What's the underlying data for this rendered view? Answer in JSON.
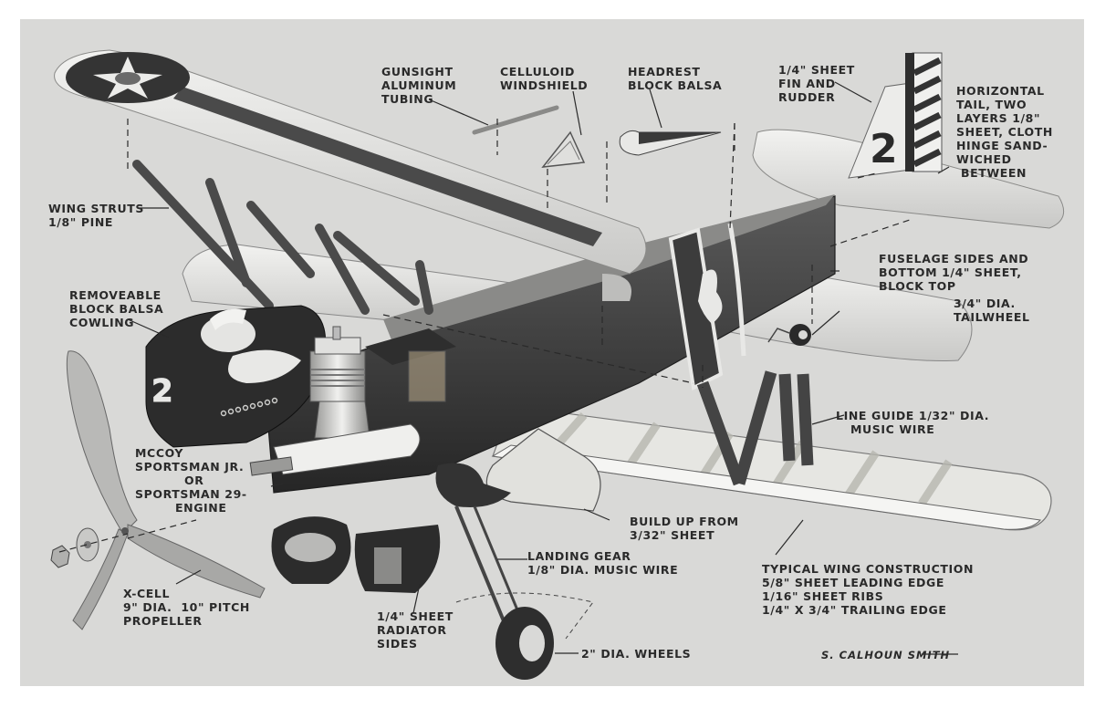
{
  "diagram": {
    "subject": "Control-line biplane model exploded construction view",
    "markings": {
      "cowl_number": "2",
      "tail_number": "2",
      "wing_insignia": "star-roundel",
      "fuselage_insignia": "eagle"
    },
    "labels": [
      {
        "id": "gunsight",
        "lines": [
          "GUNSIGHT",
          "ALUMINUM",
          "TUBING"
        ]
      },
      {
        "id": "windshield",
        "lines": [
          "CELLULOID",
          "WINDSHIELD"
        ]
      },
      {
        "id": "headrest",
        "lines": [
          "HEADREST",
          "BLOCK BALSA"
        ]
      },
      {
        "id": "fin",
        "lines": [
          "1/4\" SHEET",
          "FIN AND",
          "RUDDER"
        ]
      },
      {
        "id": "htail",
        "lines": [
          "HORIZONTAL",
          "TAIL, TWO",
          "LAYERS 1/8\"",
          "SHEET, CLOTH",
          "HINGE SAND-",
          "WICHED",
          " BETWEEN"
        ]
      },
      {
        "id": "struts",
        "lines": [
          "WING STRUTS",
          "1/8\" PINE"
        ]
      },
      {
        "id": "fuselage",
        "lines": [
          "FUSELAGE SIDES AND",
          "BOTTOM 1/4\" SHEET,",
          "BLOCK TOP"
        ]
      },
      {
        "id": "cowling",
        "lines": [
          "REMOVEABLE",
          "BLOCK BALSA",
          "COWLING"
        ]
      },
      {
        "id": "tailwheel",
        "lines": [
          "3/4\" DIA.",
          "TAILWHEEL"
        ]
      },
      {
        "id": "lineguide",
        "lines": [
          "LINE GUIDE 1/32\" DIA.",
          "MUSIC WIRE"
        ]
      },
      {
        "id": "engine",
        "lines": [
          "McCOY",
          "SPORTSMAN JR.",
          "OR",
          "SPORTSMAN 29-",
          "ENGINE"
        ]
      },
      {
        "id": "buildup",
        "lines": [
          "BUILD UP FROM",
          "3/32\" SHEET"
        ]
      },
      {
        "id": "landinggear",
        "lines": [
          "LANDING GEAR",
          "1/8\" DIA. MUSIC WIRE"
        ]
      },
      {
        "id": "wingconst",
        "lines": [
          "TYPICAL WING CONSTRUCTION",
          "5/8\" SHEET LEADING EDGE",
          "1/16\" SHEET RIBS",
          "1/4\" X 3/4\" TRAILING EDGE"
        ]
      },
      {
        "id": "propeller",
        "lines": [
          "X-CELL",
          "9\" DIA.  10\" PITCH",
          "PROPELLER"
        ]
      },
      {
        "id": "radiator",
        "lines": [
          "1/4\" SHEET",
          "RADIATOR",
          "SIDES"
        ]
      },
      {
        "id": "wheels",
        "lines": [
          "2\" DIA. WHEELS"
        ]
      }
    ],
    "credit": "S. CALHOUN SMITH",
    "colors": {
      "paper": "#d9d9d7",
      "ink": "#2a2a2a",
      "dark_paint": "#3a3a3a",
      "light_surface": "#ececea"
    }
  }
}
